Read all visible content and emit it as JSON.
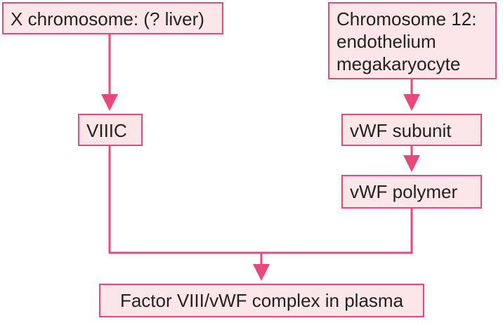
{
  "colors": {
    "accent": "#e8497a",
    "box_fill": "#fde6e8",
    "text": "#222222"
  },
  "nodes": {
    "x_chromosome": "X chromosome: (? liver)",
    "chr12": {
      "line1": "Chromosome 12:",
      "line2": "endothelium",
      "line3": "megakaryocyte"
    },
    "viiic": "VIIIC",
    "vwf_subunit": "vWF subunit",
    "vwf_polymer": "vWF polymer",
    "complex": "Factor VIII/vWF complex in plasma"
  },
  "edges": [
    {
      "from": "x_chromosome",
      "to": "viiic"
    },
    {
      "from": "chr12",
      "to": "vwf_subunit"
    },
    {
      "from": "vwf_subunit",
      "to": "vwf_polymer"
    },
    {
      "from": "viiic",
      "to": "complex"
    },
    {
      "from": "vwf_polymer",
      "to": "complex"
    }
  ]
}
